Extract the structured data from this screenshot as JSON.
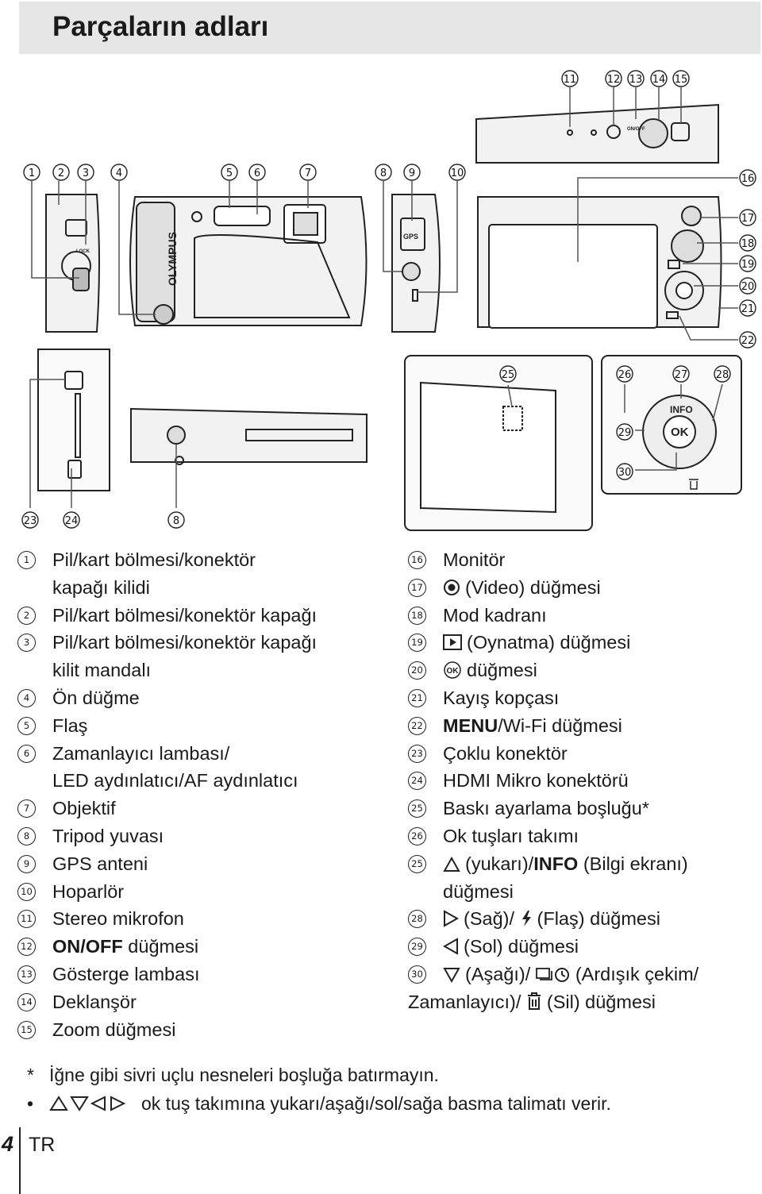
{
  "title": "Parçaların adları",
  "figure": {
    "callout_numbers": [
      "1",
      "2",
      "3",
      "4",
      "5",
      "6",
      "7",
      "8",
      "9",
      "10",
      "11",
      "12",
      "13",
      "14",
      "15",
      "16",
      "17",
      "18",
      "19",
      "20",
      "21",
      "22",
      "23",
      "24",
      "25",
      "26",
      "27",
      "28",
      "29",
      "30"
    ],
    "camera_text": {
      "brand": "OLYMPUS",
      "gps": "GPS",
      "info": "INFO",
      "ok": "OK",
      "onoff": "ON/OFF",
      "lock": "LOCK"
    }
  },
  "left_items": [
    {
      "num": "1",
      "text": "Pil/kart bölmesi/konektör",
      "text2": "kapağı kilidi"
    },
    {
      "num": "2",
      "text": "Pil/kart bölmesi/konektör kapağı"
    },
    {
      "num": "3",
      "text": "Pil/kart bölmesi/konektör kapağı",
      "text2": "kilit mandalı"
    },
    {
      "num": "4",
      "text": "Ön düğme"
    },
    {
      "num": "5",
      "text": "Flaş"
    },
    {
      "num": "6",
      "text": "Zamanlayıcı lambası/",
      "text2": "LED aydınlatıcı/AF aydınlatıcı"
    },
    {
      "num": "7",
      "text": "Objektif"
    },
    {
      "num": "8",
      "text": "Tripod yuvası"
    },
    {
      "num": "9",
      "text": "GPS anteni"
    },
    {
      "num": "10",
      "text": "Hoparlör"
    },
    {
      "num": "11",
      "text": "Stereo mikrofon"
    },
    {
      "num": "12",
      "bold": "ON/OFF",
      "text": " düğmesi"
    },
    {
      "num": "13",
      "text": "Gösterge lambası"
    },
    {
      "num": "14",
      "text": "Deklanşör"
    },
    {
      "num": "15",
      "text": "Zoom düğmesi"
    }
  ],
  "right_items": [
    {
      "num": "16",
      "text": "Monitör"
    },
    {
      "num": "17",
      "icon": "video-record-icon",
      "text": "(Video) düğmesi"
    },
    {
      "num": "18",
      "text": "Mod kadranı"
    },
    {
      "num": "19",
      "icon": "playback-icon",
      "text": "(Oynatma) düğmesi"
    },
    {
      "num": "20",
      "icon": "ok-icon",
      "text": "düğmesi"
    },
    {
      "num": "21",
      "text": "Kayış kopçası"
    },
    {
      "num": "22",
      "bold": "MENU",
      "text": "/Wi-Fi düğmesi"
    },
    {
      "num": "23",
      "text": "Çoklu konektör"
    },
    {
      "num": "24",
      "text": "HDMI Mikro konektörü"
    },
    {
      "num": "25",
      "text": "Baskı ayarlama boşluğu*"
    },
    {
      "num": "26",
      "text": "Ok tuşları takımı"
    },
    {
      "num": "25",
      "icon": "up-arrow-icon",
      "text": "(yukarı)/",
      "bold2": "INFO",
      "text2": " (Bilgi ekranı)",
      "text3": "düğmesi"
    },
    {
      "num": "28",
      "icon": "right-arrow-icon",
      "text": "(Sağ)/",
      "icon2": "flash-icon",
      "text2": "(Flaş) düğmesi"
    },
    {
      "num": "29",
      "icon": "left-arrow-icon",
      "text": "(Sol) düğmesi"
    },
    {
      "num": "30",
      "icon": "down-arrow-icon",
      "text": "(Aşağı)/",
      "icon2": "sequential-timer-icon",
      "text2": "(Ardışık çekim/",
      "text3": "Zamanlayıcı)/",
      "icon3": "trash-icon",
      "text4": "(Sil) düğmesi"
    }
  ],
  "notes": [
    {
      "bullet": "*",
      "text": "İğne gibi sivri uçlu nesneleri boşluğa batırmayın."
    },
    {
      "bullet": "•",
      "text": "ok tuş takımına yukarı/aşağı/sol/sağa basma talimatı verir."
    }
  ],
  "footer": {
    "page": "4",
    "lang": "TR"
  }
}
